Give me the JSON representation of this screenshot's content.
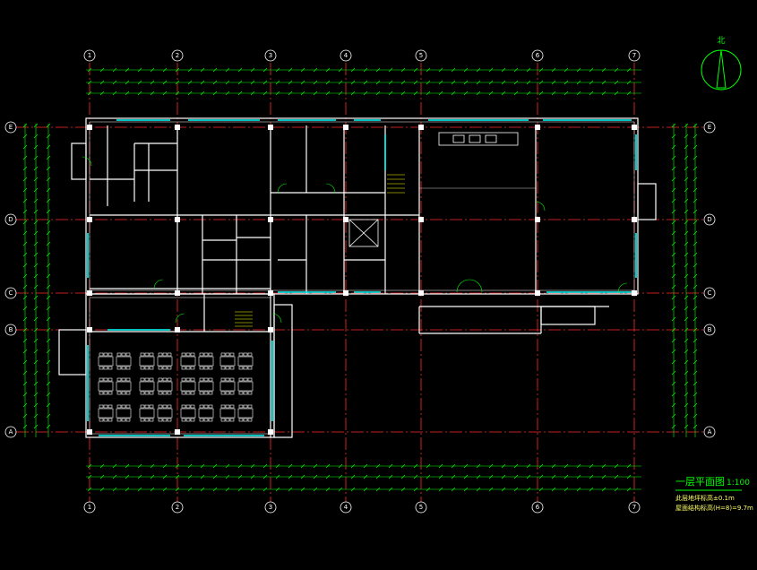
{
  "drawing": {
    "title": "一层平面图",
    "scale": "1:100",
    "note_1": "此层地坪标高±0.1m",
    "note_2": "屋面结构标高(H=8)=9.7m",
    "north_label": "北"
  },
  "grid": {
    "columns": [
      "1",
      "2",
      "3",
      "4",
      "5",
      "6",
      "7"
    ],
    "rows": [
      "E",
      "D",
      "C",
      "B",
      "A"
    ]
  },
  "colors": {
    "background": "#000000",
    "walls": "#ffffff",
    "grid_axis": "#ff2a2a",
    "dimensions": "#00ff00",
    "windows": "#00ffff",
    "accent": "#ffff00"
  }
}
